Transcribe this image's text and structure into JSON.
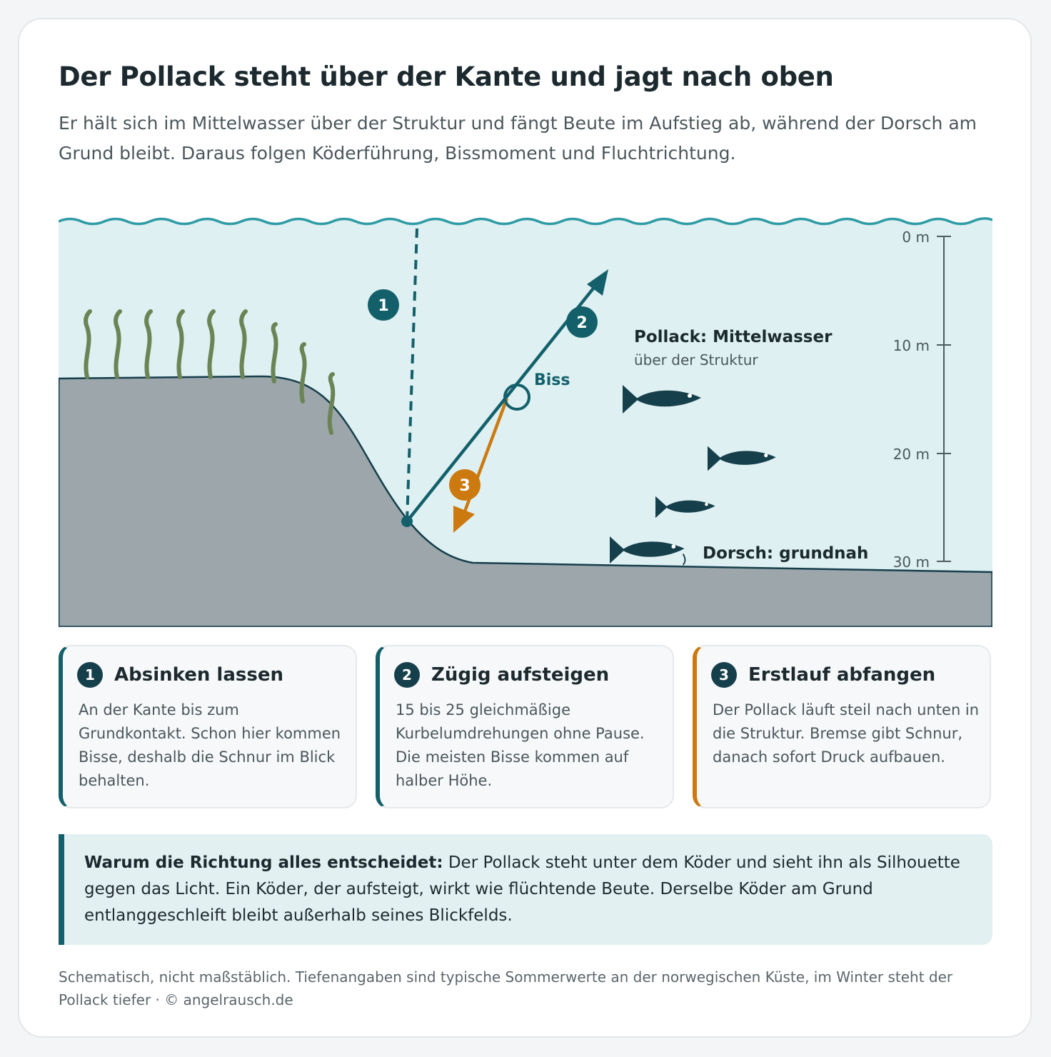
{
  "header": {
    "title": "Der Pollack steht über der Kante und jagt nach oben",
    "subtitle": "Er hält sich im Mittelwasser über der Struktur und fängt Beute im Aufstieg ab, während der Dorsch am Grund bleibt. Daraus folgen Köderführung, Bissmoment und Fluchtrichtung."
  },
  "diagram": {
    "depth_scale": [
      "0 m",
      "10 m",
      "20 m",
      "30 m"
    ],
    "markers": {
      "one": "1",
      "two": "2",
      "three": "3"
    },
    "bite_label": "Biss",
    "pollack_label": "Pollack: Mittelwasser",
    "pollack_sublabel": "über der Struktur",
    "cod_label": "Dorsch: grundnah",
    "colors": {
      "water": "#def0f1",
      "wave": "#2f9ba5",
      "seabed": "#9ca6ab",
      "teal": "#13606b",
      "orange": "#cc7a10",
      "fish": "#163f4c",
      "kelp": "#6c8455"
    }
  },
  "steps": [
    {
      "number": "1",
      "title": "Absinken lassen",
      "text": "An der Kante bis zum Grundkontakt. Schon hier kommen Bisse, deshalb die Schnur im Blick behalten."
    },
    {
      "number": "2",
      "title": "Zügig aufsteigen",
      "text": "15 bis 25 gleichmäßige Kurbelumdrehungen ohne Pause. Die meisten Bisse kommen auf halber Höhe."
    },
    {
      "number": "3",
      "title": "Erstlauf abfangen",
      "text": "Der Pollack läuft steil nach unten in die Struktur. Bremse gibt Schnur, danach sofort Druck aufbauen."
    }
  ],
  "info": {
    "lead": "Warum die Richtung alles entscheidet:",
    "text": " Der Pollack steht unter dem Köder und sieht ihn als Silhouette gegen das Licht. Ein Köder, der aufsteigt, wirkt wie flüchtende Beute. Derselbe Köder am Grund entlanggeschleift bleibt außerhalb seines Blickfelds."
  },
  "footnote": "Schematisch, nicht maßstäblich. Tiefenangaben sind typische Sommerwerte an der norwegischen Küste, im Winter steht der Pollack tiefer · © angelrausch.de"
}
